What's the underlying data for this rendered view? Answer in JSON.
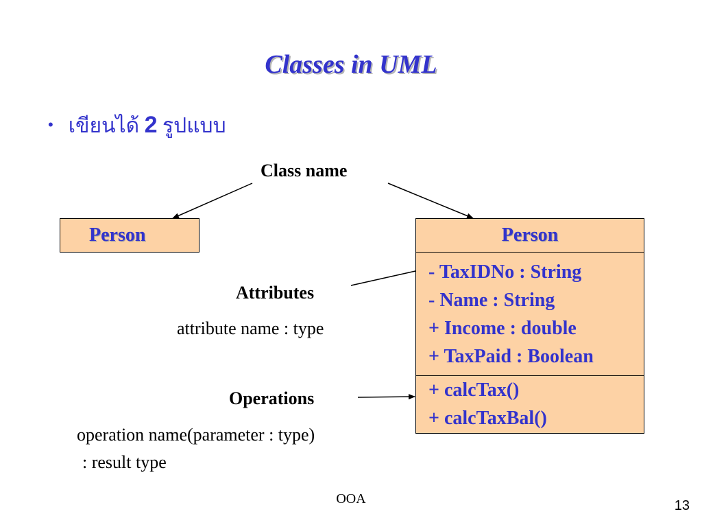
{
  "title": "Classes in UML",
  "bullet": {
    "symbol": "•",
    "text_before": "เขียนได้",
    "number": "2",
    "text_after": "รูปแบบ"
  },
  "labels": {
    "class_name": "Class name",
    "attributes": "Attributes",
    "attribute_format": "attribute name : type",
    "operations": "Operations",
    "operation_format_line1": "operation name(parameter : type)",
    "operation_format_line2": ": result type"
  },
  "simple_class": {
    "name": "Person"
  },
  "detailed_class": {
    "name": "Person",
    "attributes": [
      "- TaxIDNo : String",
      "- Name : String",
      "+ Income : double",
      "+ TaxPaid : Boolean"
    ],
    "operations": [
      "+ calcTax()",
      "+ calcTaxBal()"
    ]
  },
  "footer": {
    "text": "OOA",
    "page_number": "13"
  },
  "colors": {
    "title": "#3333cc",
    "class_fill": "#fdd2a5",
    "class_text": "#3333cc"
  }
}
